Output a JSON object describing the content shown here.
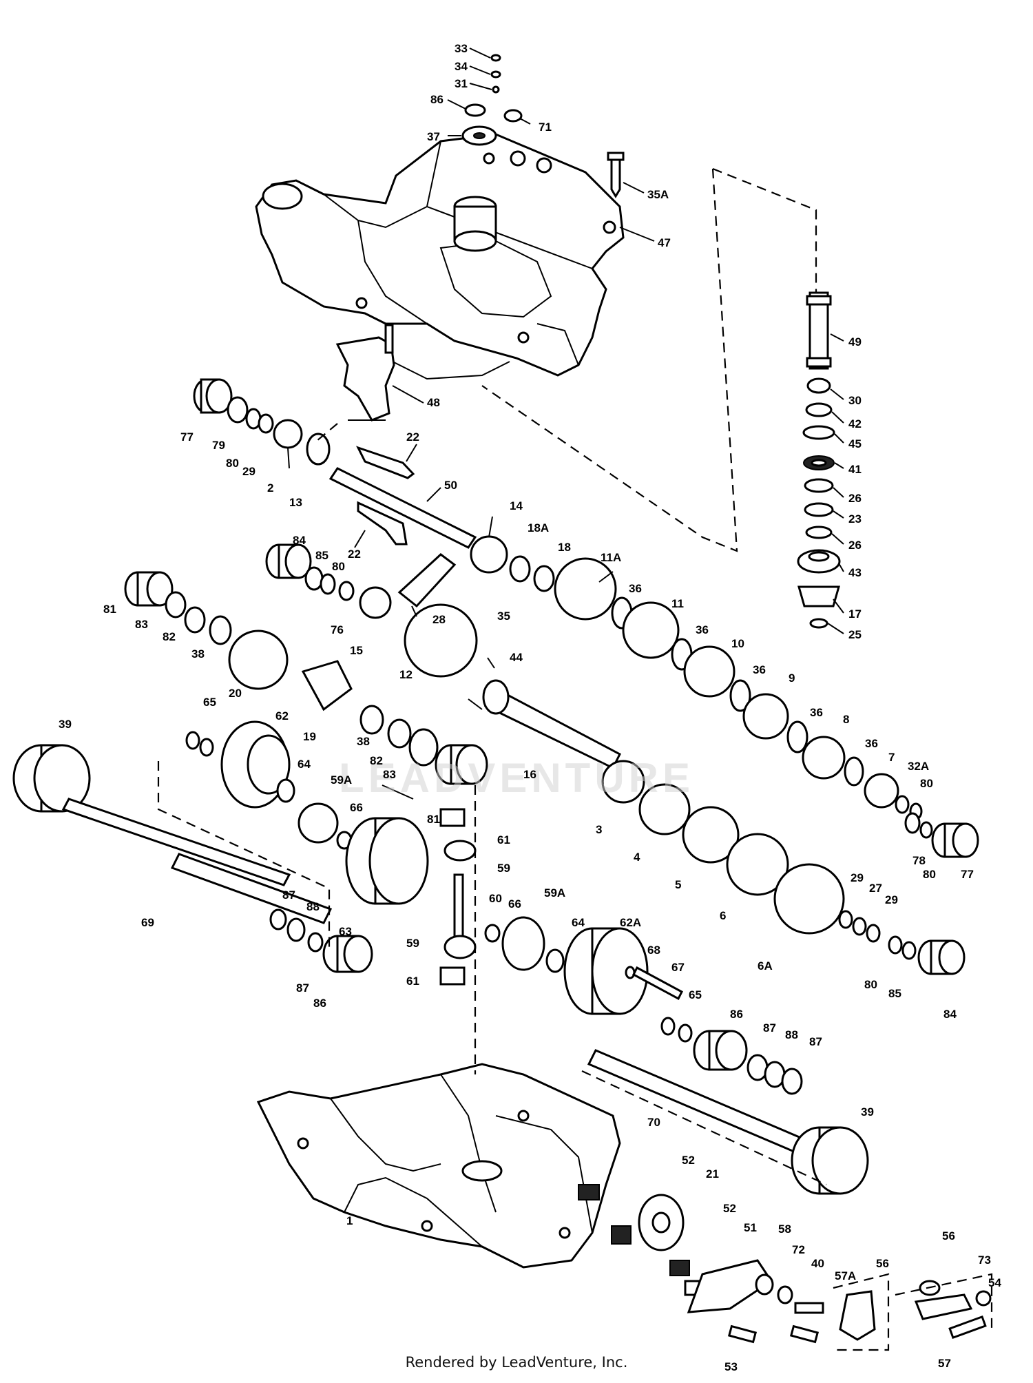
{
  "footer": "Rendered by LeadVenture, Inc.",
  "watermark": "LEADVENTURE",
  "callouts": [
    {
      "id": "c33",
      "label": "33"
    },
    {
      "id": "c34",
      "label": "34"
    },
    {
      "id": "c31",
      "label": "31"
    },
    {
      "id": "c86a",
      "label": "86"
    },
    {
      "id": "c37",
      "label": "37"
    },
    {
      "id": "c71",
      "label": "71"
    },
    {
      "id": "c35A",
      "label": "35A"
    },
    {
      "id": "c47",
      "label": "47"
    },
    {
      "id": "c49",
      "label": "49"
    },
    {
      "id": "c30",
      "label": "30"
    },
    {
      "id": "c42",
      "label": "42"
    },
    {
      "id": "c45",
      "label": "45"
    },
    {
      "id": "c41",
      "label": "41"
    },
    {
      "id": "c26a",
      "label": "26"
    },
    {
      "id": "c23",
      "label": "23"
    },
    {
      "id": "c26b",
      "label": "26"
    },
    {
      "id": "c43",
      "label": "43"
    },
    {
      "id": "c17",
      "label": "17"
    },
    {
      "id": "c25",
      "label": "25"
    },
    {
      "id": "c48",
      "label": "48"
    },
    {
      "id": "c77a",
      "label": "77"
    },
    {
      "id": "c79",
      "label": "79"
    },
    {
      "id": "c80a",
      "label": "80"
    },
    {
      "id": "c29a",
      "label": "29"
    },
    {
      "id": "c2",
      "label": "2"
    },
    {
      "id": "c13",
      "label": "13"
    },
    {
      "id": "c22a",
      "label": "22"
    },
    {
      "id": "c50",
      "label": "50"
    },
    {
      "id": "c22b",
      "label": "22"
    },
    {
      "id": "c84a",
      "label": "84"
    },
    {
      "id": "c85a",
      "label": "85"
    },
    {
      "id": "c80b",
      "label": "80"
    },
    {
      "id": "c14",
      "label": "14"
    },
    {
      "id": "c18A",
      "label": "18A"
    },
    {
      "id": "c18",
      "label": "18"
    },
    {
      "id": "c11A",
      "label": "11A"
    },
    {
      "id": "c28",
      "label": "28"
    },
    {
      "id": "c35",
      "label": "35"
    },
    {
      "id": "c36a",
      "label": "36"
    },
    {
      "id": "c11",
      "label": "11"
    },
    {
      "id": "c81a",
      "label": "81"
    },
    {
      "id": "c83a",
      "label": "83"
    },
    {
      "id": "c82a",
      "label": "82"
    },
    {
      "id": "c38a",
      "label": "38"
    },
    {
      "id": "c20",
      "label": "20"
    },
    {
      "id": "c76",
      "label": "76"
    },
    {
      "id": "c15",
      "label": "15"
    },
    {
      "id": "c12",
      "label": "12"
    },
    {
      "id": "c44",
      "label": "44"
    },
    {
      "id": "c36b",
      "label": "36"
    },
    {
      "id": "c10",
      "label": "10"
    },
    {
      "id": "c36c",
      "label": "36"
    },
    {
      "id": "c9",
      "label": "9"
    },
    {
      "id": "c36d",
      "label": "36"
    },
    {
      "id": "c8",
      "label": "8"
    },
    {
      "id": "c36e",
      "label": "36"
    },
    {
      "id": "c7",
      "label": "7"
    },
    {
      "id": "c32A",
      "label": "32A"
    },
    {
      "id": "c80c",
      "label": "80"
    },
    {
      "id": "c39a",
      "label": "39"
    },
    {
      "id": "c65a",
      "label": "65"
    },
    {
      "id": "c62",
      "label": "62"
    },
    {
      "id": "c19",
      "label": "19"
    },
    {
      "id": "c38b",
      "label": "38"
    },
    {
      "id": "c82b",
      "label": "82"
    },
    {
      "id": "c83b",
      "label": "83"
    },
    {
      "id": "c81b",
      "label": "81"
    },
    {
      "id": "c16",
      "label": "16"
    },
    {
      "id": "c64a",
      "label": "64"
    },
    {
      "id": "c59Aa",
      "label": "59A"
    },
    {
      "id": "c66a",
      "label": "66"
    },
    {
      "id": "c61a",
      "label": "61"
    },
    {
      "id": "c59a",
      "label": "59"
    },
    {
      "id": "c3",
      "label": "3"
    },
    {
      "id": "c4",
      "label": "4"
    },
    {
      "id": "c5",
      "label": "5"
    },
    {
      "id": "c6",
      "label": "6"
    },
    {
      "id": "c78",
      "label": "78"
    },
    {
      "id": "c80d",
      "label": "80"
    },
    {
      "id": "c77b",
      "label": "77"
    },
    {
      "id": "c69",
      "label": "69"
    },
    {
      "id": "c87a",
      "label": "87"
    },
    {
      "id": "c88a",
      "label": "88"
    },
    {
      "id": "c63",
      "label": "63"
    },
    {
      "id": "c87b",
      "label": "87"
    },
    {
      "id": "c86b",
      "label": "86"
    },
    {
      "id": "c60",
      "label": "60"
    },
    {
      "id": "c66b",
      "label": "66"
    },
    {
      "id": "c59Ab",
      "label": "59A"
    },
    {
      "id": "c64b",
      "label": "64"
    },
    {
      "id": "c62A",
      "label": "62A"
    },
    {
      "id": "c59b",
      "label": "59"
    },
    {
      "id": "c61b",
      "label": "61"
    },
    {
      "id": "c68",
      "label": "68"
    },
    {
      "id": "c67",
      "label": "67"
    },
    {
      "id": "c29b",
      "label": "29"
    },
    {
      "id": "c27",
      "label": "27"
    },
    {
      "id": "c29c",
      "label": "29"
    },
    {
      "id": "c6A",
      "label": "6A"
    },
    {
      "id": "c80e",
      "label": "80"
    },
    {
      "id": "c85b",
      "label": "85"
    },
    {
      "id": "c84b",
      "label": "84"
    },
    {
      "id": "c65b",
      "label": "65"
    },
    {
      "id": "c86c",
      "label": "86"
    },
    {
      "id": "c87c",
      "label": "87"
    },
    {
      "id": "c88b",
      "label": "88"
    },
    {
      "id": "c87d",
      "label": "87"
    },
    {
      "id": "c70",
      "label": "70"
    },
    {
      "id": "c39b",
      "label": "39"
    },
    {
      "id": "c52a",
      "label": "52"
    },
    {
      "id": "c21",
      "label": "21"
    },
    {
      "id": "c52b",
      "label": "52"
    },
    {
      "id": "c51",
      "label": "51"
    },
    {
      "id": "c58",
      "label": "58"
    },
    {
      "id": "c72",
      "label": "72"
    },
    {
      "id": "c40",
      "label": "40"
    },
    {
      "id": "c57A",
      "label": "57A"
    },
    {
      "id": "c56a",
      "label": "56"
    },
    {
      "id": "c56b",
      "label": "56"
    },
    {
      "id": "c73",
      "label": "73"
    },
    {
      "id": "c54",
      "label": "54"
    },
    {
      "id": "c53",
      "label": "53"
    },
    {
      "id": "c57",
      "label": "57"
    },
    {
      "id": "c1",
      "label": "1"
    }
  ]
}
